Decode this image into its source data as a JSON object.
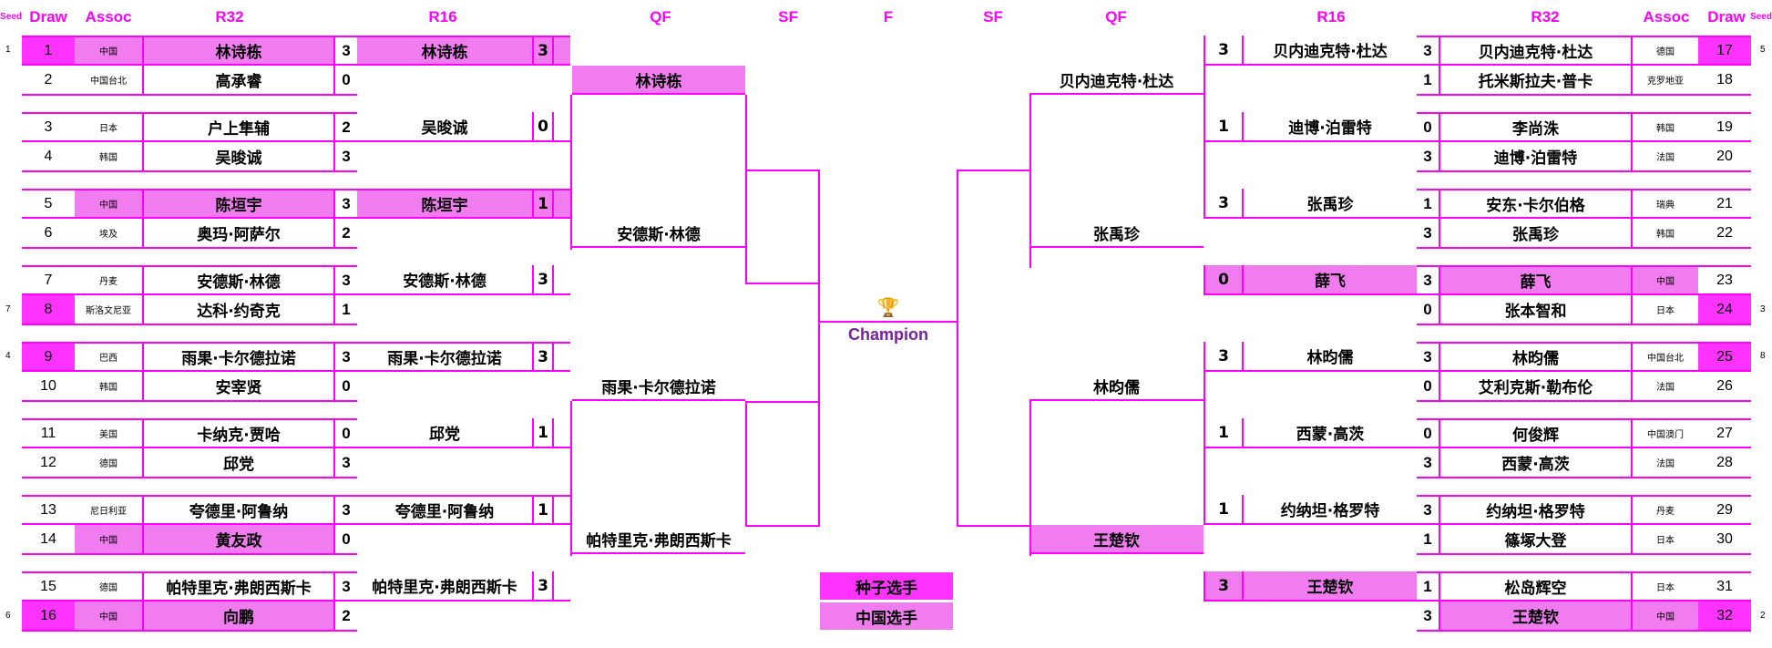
{
  "headers": {
    "seed": "Seed",
    "draw": "Draw",
    "assoc": "Assoc",
    "r32": "R32",
    "r16": "R16",
    "qf": "QF",
    "sf": "SF",
    "f": "F"
  },
  "left_r32": [
    {
      "seed": "1",
      "draw": "1",
      "assoc": "中国",
      "name": "林诗栋",
      "score": "3"
    },
    {
      "seed": "",
      "draw": "2",
      "assoc": "中国台北",
      "name": "高承睿",
      "score": "0"
    },
    {
      "seed": "",
      "draw": "3",
      "assoc": "日本",
      "name": "户上隼辅",
      "score": "2"
    },
    {
      "seed": "",
      "draw": "4",
      "assoc": "韩国",
      "name": "吴晙诚",
      "score": "3"
    },
    {
      "seed": "",
      "draw": "5",
      "assoc": "中国",
      "name": "陈垣宇",
      "score": "3"
    },
    {
      "seed": "",
      "draw": "6",
      "assoc": "埃及",
      "name": "奥玛·阿萨尔",
      "score": "2"
    },
    {
      "seed": "",
      "draw": "7",
      "assoc": "丹麦",
      "name": "安德斯·林德",
      "score": "3"
    },
    {
      "seed": "7",
      "draw": "8",
      "assoc": "斯洛文尼亚",
      "name": "达科·约奇克",
      "score": "1"
    },
    {
      "seed": "4",
      "draw": "9",
      "assoc": "巴西",
      "name": "雨果·卡尔德拉诺",
      "score": "3"
    },
    {
      "seed": "",
      "draw": "10",
      "assoc": "韩国",
      "name": "安宰贤",
      "score": "0"
    },
    {
      "seed": "",
      "draw": "11",
      "assoc": "美国",
      "name": "卡纳克·贾哈",
      "score": "0"
    },
    {
      "seed": "",
      "draw": "12",
      "assoc": "德国",
      "name": "邱党",
      "score": "3"
    },
    {
      "seed": "",
      "draw": "13",
      "assoc": "尼日利亚",
      "name": "夸德里·阿鲁纳",
      "score": "3"
    },
    {
      "seed": "",
      "draw": "14",
      "assoc": "中国",
      "name": "黄友政",
      "score": "0"
    },
    {
      "seed": "",
      "draw": "15",
      "assoc": "德国",
      "name": "帕特里克·弗朗西斯卡",
      "score": "3"
    },
    {
      "seed": "6",
      "draw": "16",
      "assoc": "中国",
      "name": "向鹏",
      "score": "2"
    }
  ],
  "left_r16": [
    {
      "name": "林诗栋",
      "score": "3"
    },
    {
      "name": "吴晙诚",
      "score": "0"
    },
    {
      "name": "陈垣宇",
      "score": "1"
    },
    {
      "name": "安德斯·林德",
      "score": "3"
    },
    {
      "name": "雨果·卡尔德拉诺",
      "score": "3"
    },
    {
      "name": "邱党",
      "score": "1"
    },
    {
      "name": "夸德里·阿鲁纳",
      "score": "1"
    },
    {
      "name": "帕特里克·弗朗西斯卡",
      "score": "3"
    }
  ],
  "left_qf": [
    "林诗栋",
    "安德斯·林德",
    "雨果·卡尔德拉诺",
    "帕特里克·弗朗西斯卡"
  ],
  "right_r32": [
    {
      "seed": "5",
      "draw": "17",
      "assoc": "德国",
      "name": "贝内迪克特·杜达",
      "score": "3"
    },
    {
      "seed": "",
      "draw": "18",
      "assoc": "克罗地亚",
      "name": "托米斯拉夫·普卡",
      "score": "1"
    },
    {
      "seed": "",
      "draw": "19",
      "assoc": "韩国",
      "name": "李尚洙",
      "score": "0"
    },
    {
      "seed": "",
      "draw": "20",
      "assoc": "法国",
      "name": "迪博·泊雷特",
      "score": "3"
    },
    {
      "seed": "",
      "draw": "21",
      "assoc": "瑞典",
      "name": "安东·卡尔伯格",
      "score": "1"
    },
    {
      "seed": "",
      "draw": "22",
      "assoc": "韩国",
      "name": "张禹珍",
      "score": "3"
    },
    {
      "seed": "",
      "draw": "23",
      "assoc": "中国",
      "name": "薛飞",
      "score": "3"
    },
    {
      "seed": "3",
      "draw": "24",
      "assoc": "日本",
      "name": "张本智和",
      "score": "0"
    },
    {
      "seed": "8",
      "draw": "25",
      "assoc": "中国台北",
      "name": "林昀儒",
      "score": "3"
    },
    {
      "seed": "",
      "draw": "26",
      "assoc": "法国",
      "name": "艾利克斯·勒布伦",
      "score": "0"
    },
    {
      "seed": "",
      "draw": "27",
      "assoc": "中国澳门",
      "name": "何俊辉",
      "score": "0"
    },
    {
      "seed": "",
      "draw": "28",
      "assoc": "法国",
      "name": "西蒙·高茨",
      "score": "3"
    },
    {
      "seed": "",
      "draw": "29",
      "assoc": "丹麦",
      "name": "约纳坦·格罗特",
      "score": "3"
    },
    {
      "seed": "",
      "draw": "30",
      "assoc": "日本",
      "name": "篠塚大登",
      "score": "1"
    },
    {
      "seed": "",
      "draw": "31",
      "assoc": "日本",
      "name": "松岛辉空",
      "score": "1"
    },
    {
      "seed": "2",
      "draw": "32",
      "assoc": "中国",
      "name": "王楚钦",
      "score": "3"
    }
  ],
  "right_r16": [
    {
      "name": "贝内迪克特·杜达",
      "score": "3"
    },
    {
      "name": "迪博·泊雷特",
      "score": "1"
    },
    {
      "name": "张禹珍",
      "score": "3"
    },
    {
      "name": "薛飞",
      "score": "0"
    },
    {
      "name": "林昀儒",
      "score": "3"
    },
    {
      "name": "西蒙·高茨",
      "score": "1"
    },
    {
      "name": "约纳坦·格罗特",
      "score": "1"
    },
    {
      "name": "王楚钦",
      "score": "3"
    }
  ],
  "right_qf": [
    "贝内迪克特·杜达",
    "张禹珍",
    "林昀儒",
    "王楚钦"
  ],
  "final": {
    "trophy": "🏆",
    "champion": "Champion"
  },
  "legend": {
    "seed_label": "种子选手",
    "china_label": "中国选手"
  },
  "colors": {
    "accent": "#ff00ff",
    "seed_fill": "#ff33ff",
    "china_fill": "#f07cf0",
    "champion_text": "#7a1fa2"
  }
}
